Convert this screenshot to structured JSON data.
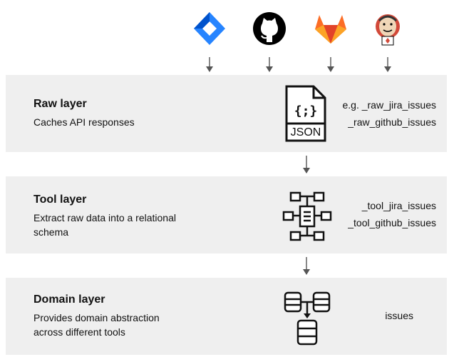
{
  "sources": [
    {
      "icon": "jira-icon",
      "color": "#2684FF"
    },
    {
      "icon": "github-icon",
      "color": "#000000"
    },
    {
      "icon": "gitlab-icon",
      "color": "#FC6D26"
    },
    {
      "icon": "jenkins-icon",
      "color": "#D24939"
    }
  ],
  "layers": [
    {
      "title": "Raw layer",
      "description": "Caches API responses",
      "graphic_icon": "json-file-icon",
      "graphic_text": "JSON",
      "graphic_symbol": "{;}",
      "examples": [
        "e.g. _raw_jira_issues",
        "_raw_github_issues"
      ]
    },
    {
      "title": "Tool layer",
      "description": "Extract raw data into a relational schema",
      "graphic_icon": "schema-icon",
      "examples": [
        "_tool_jira_issues",
        "_tool_github_issues"
      ]
    },
    {
      "title": "Domain layer",
      "description": "Provides domain abstraction across different tools",
      "graphic_icon": "database-merge-icon",
      "examples": [
        "issues"
      ]
    }
  ],
  "colors": {
    "panel_bg": "#efefef",
    "arrow": "#555555",
    "icon_stroke": "#111111"
  }
}
